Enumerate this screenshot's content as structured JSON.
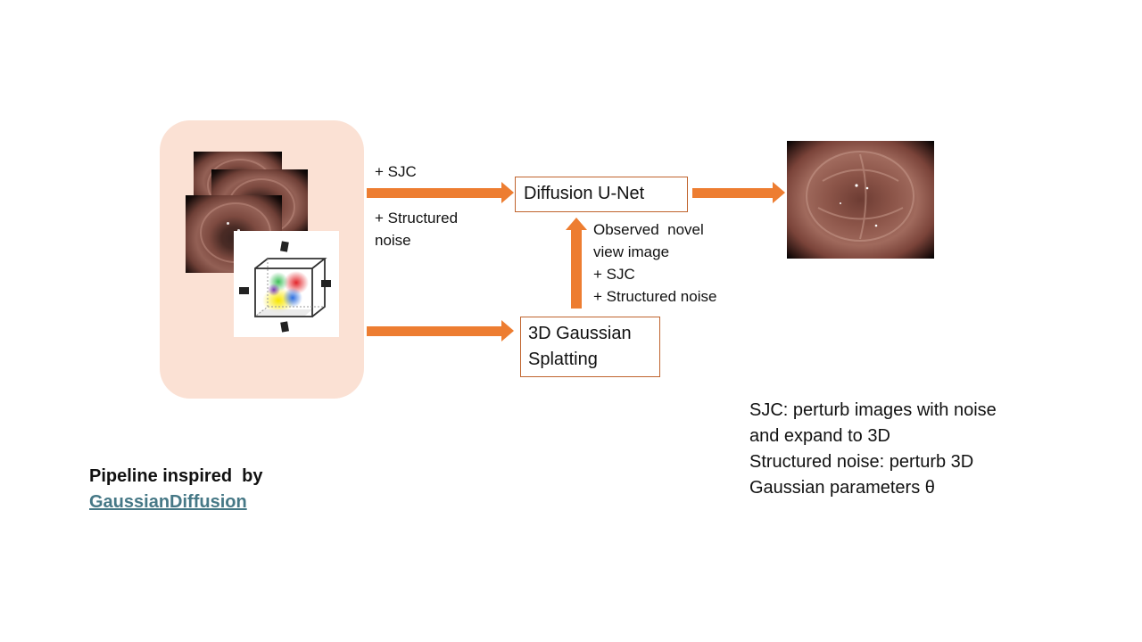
{
  "nodes": {
    "diffusion_unet": "Diffusion U-Net",
    "gaussian_splatting_line1": "3D Gaussian",
    "gaussian_splatting_line2": "Splatting"
  },
  "edge_labels": {
    "top_sjc": "+ SJC",
    "top_noise_line1": "+ Structured",
    "top_noise_line2": "noise",
    "up_line1": "Observed  novel",
    "up_line2": "view image",
    "up_line3": "+ SJC",
    "up_line4": "+ Structured noise"
  },
  "legend": {
    "line1": "SJC: perturb images with noise",
    "line2": "and expand to 3D",
    "line3": "Structured noise: perturb 3D",
    "line4": "Gaussian parameters θ"
  },
  "credit": {
    "text": "Pipeline inspired  by",
    "link": "GaussianDiffusion"
  },
  "colors": {
    "arrow": "#ed7d31",
    "panel": "#fbe1d4",
    "box_border": "#c0642e",
    "link": "#467886"
  }
}
